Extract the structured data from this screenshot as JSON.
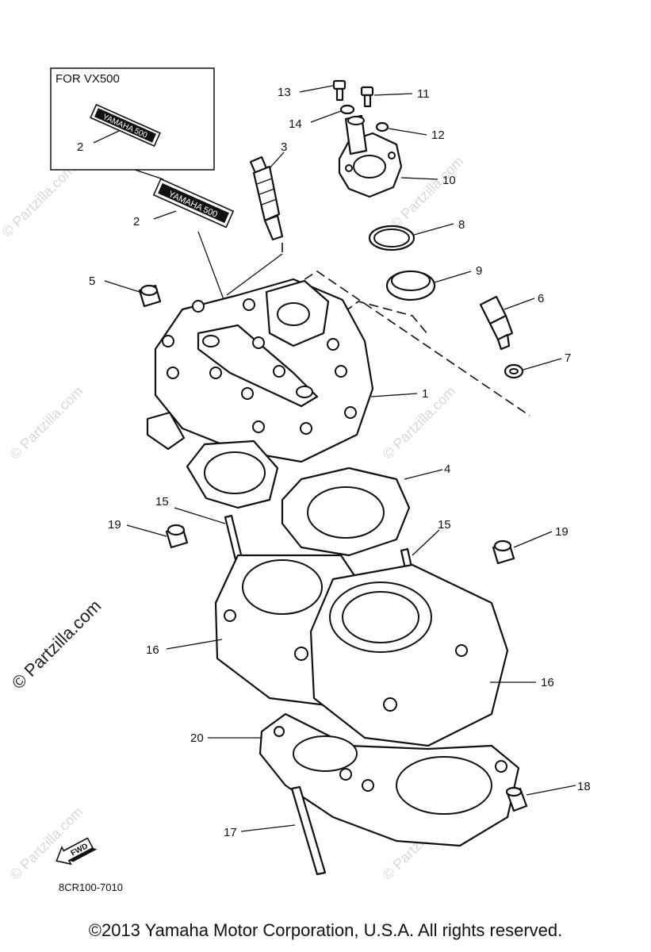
{
  "inset": {
    "title": "FOR VX500"
  },
  "decal_text": "YAMAHA 500",
  "callouts": [
    {
      "id": "c13",
      "label": "13"
    },
    {
      "id": "c11",
      "label": "11"
    },
    {
      "id": "c14",
      "label": "14"
    },
    {
      "id": "c12",
      "label": "12"
    },
    {
      "id": "c3",
      "label": "3"
    },
    {
      "id": "c10",
      "label": "10"
    },
    {
      "id": "c2a",
      "label": "2"
    },
    {
      "id": "c2b",
      "label": "2"
    },
    {
      "id": "c8",
      "label": "8"
    },
    {
      "id": "c9",
      "label": "9"
    },
    {
      "id": "c5",
      "label": "5"
    },
    {
      "id": "c6",
      "label": "6"
    },
    {
      "id": "c7",
      "label": "7"
    },
    {
      "id": "c1",
      "label": "1"
    },
    {
      "id": "c4",
      "label": "4"
    },
    {
      "id": "c15a",
      "label": "15"
    },
    {
      "id": "c19a",
      "label": "19"
    },
    {
      "id": "c15b",
      "label": "15"
    },
    {
      "id": "c19b",
      "label": "19"
    },
    {
      "id": "c16a",
      "label": "16"
    },
    {
      "id": "c16b",
      "label": "16"
    },
    {
      "id": "c20",
      "label": "20"
    },
    {
      "id": "c18",
      "label": "18"
    },
    {
      "id": "c17",
      "label": "17"
    }
  ],
  "fwd_label": "FWD",
  "diagram_code": "8CR100-7010",
  "watermark": "© Partzilla.com",
  "copyright": "©2013 Yamaha Motor Corporation, U.S.A. All rights reserved."
}
